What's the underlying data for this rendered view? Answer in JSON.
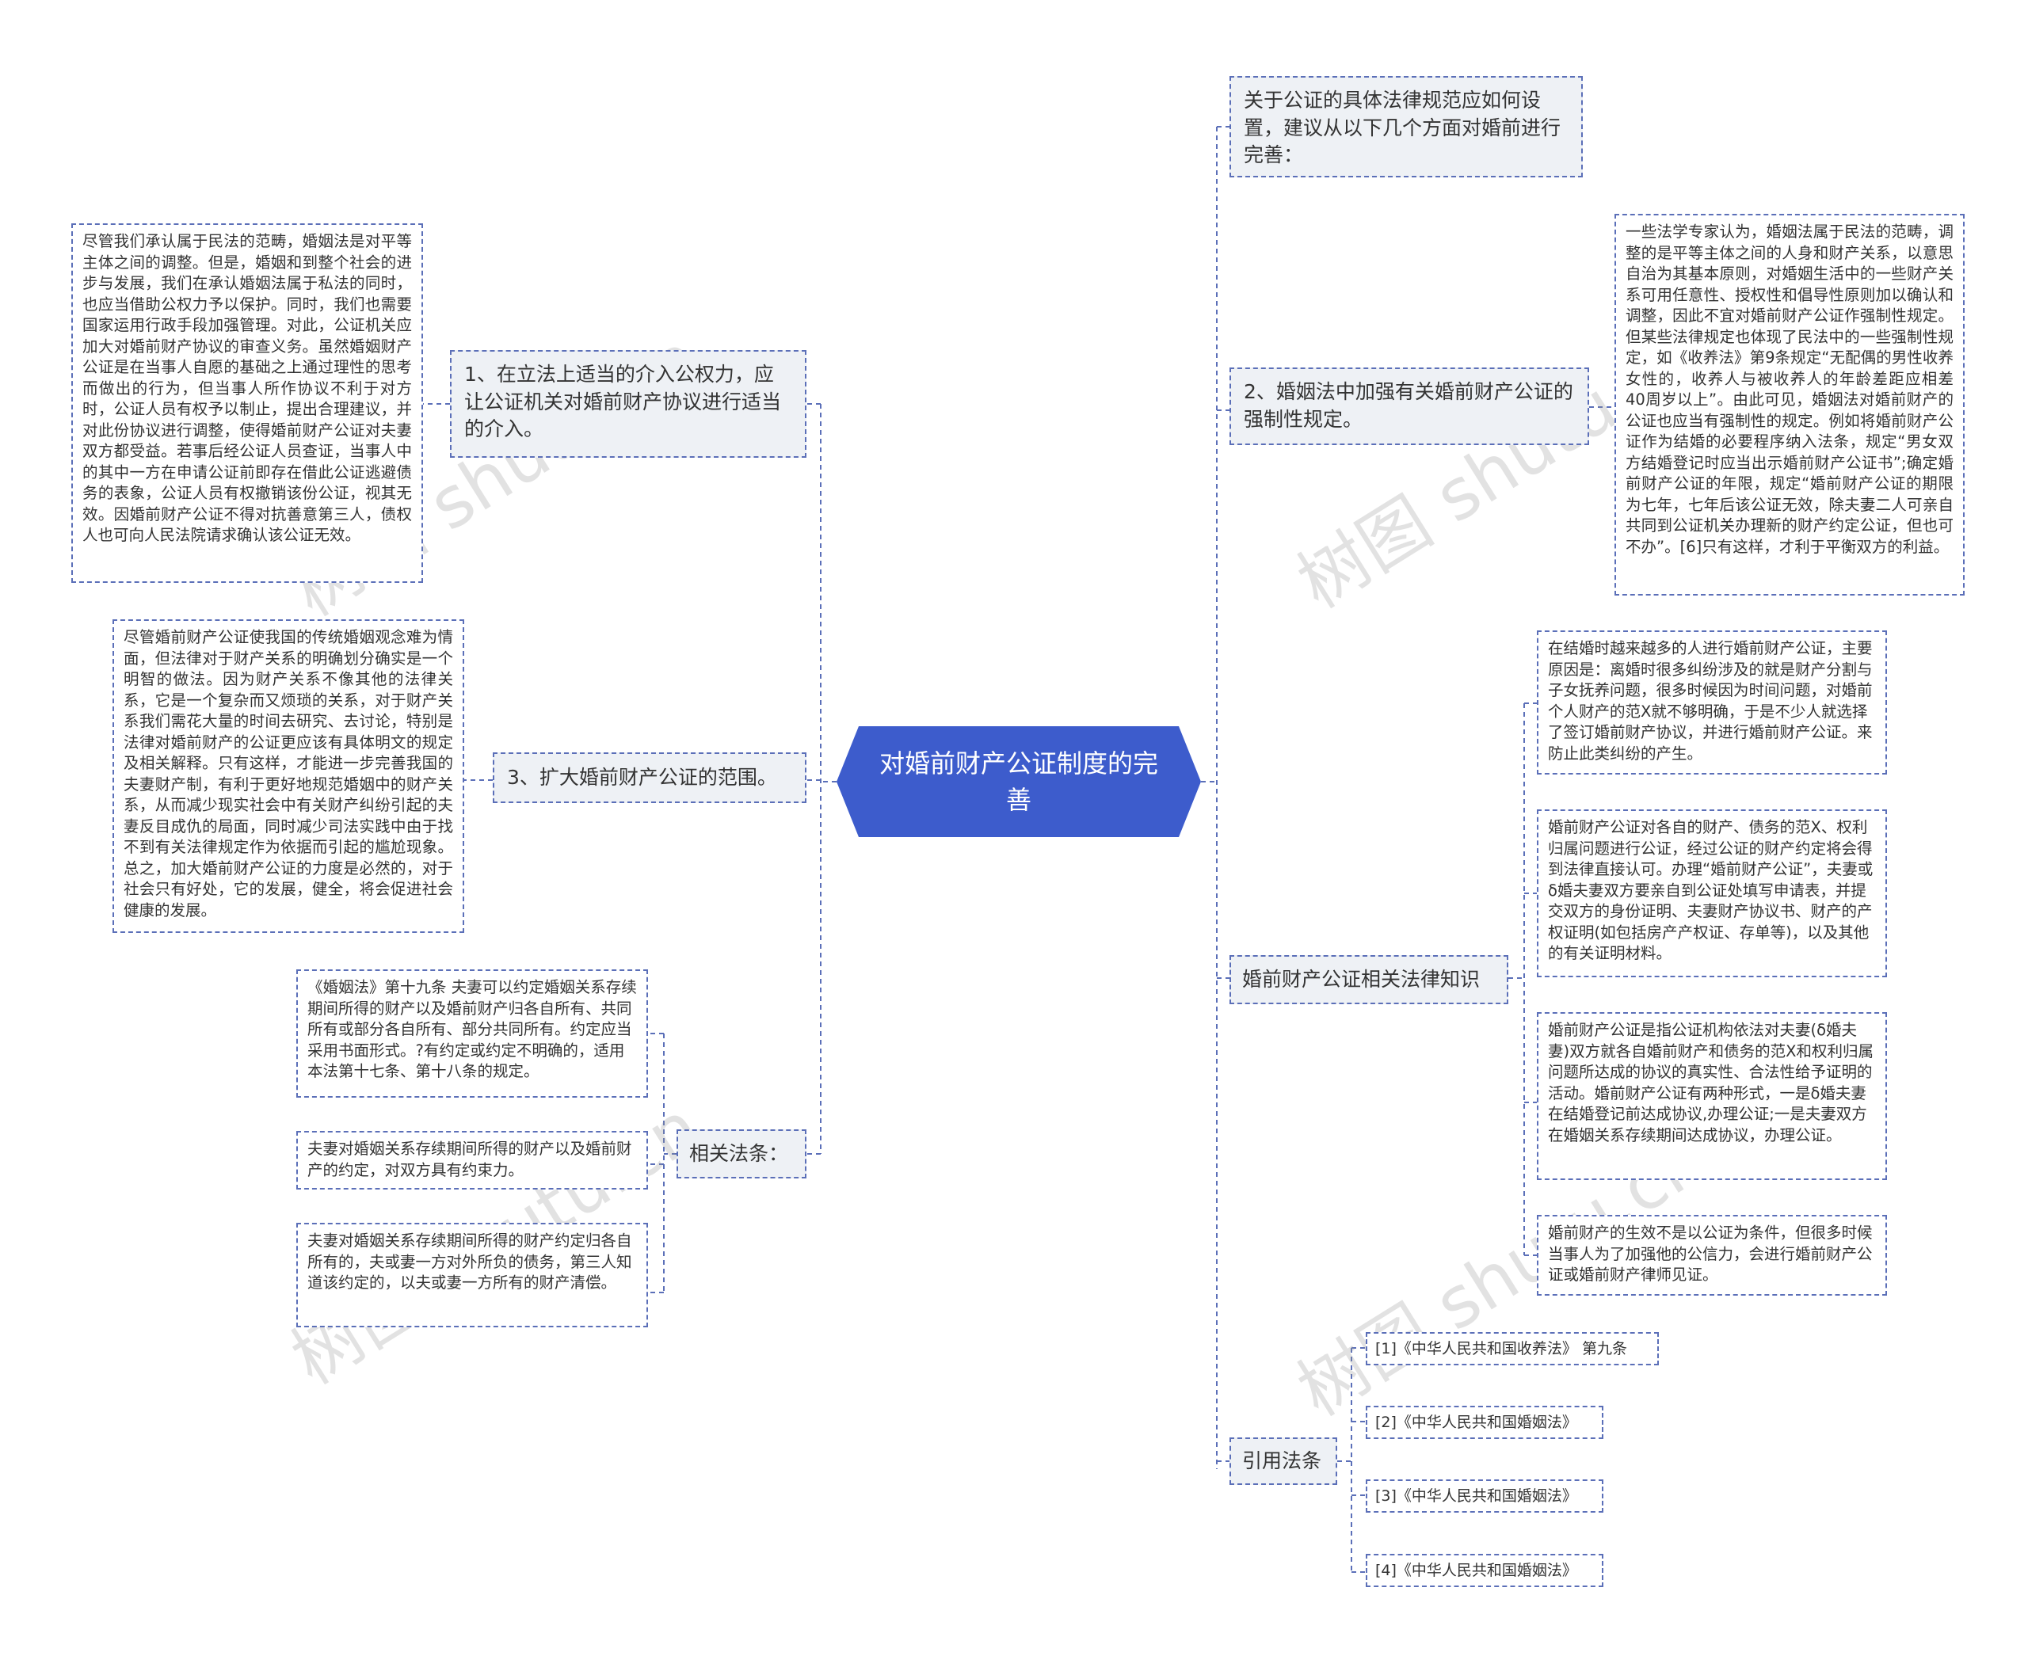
{
  "root": {
    "title": "对婚前财产公证制度的完善"
  },
  "right": {
    "intro": "关于公证的具体法律规范应如何设置，建议从以下几个方面对婚前进行完善：",
    "branch2": {
      "label": "2、婚姻法中加强有关婚前财产公证的强制性规定。",
      "detail": "一些法学专家认为，婚姻法属于民法的范畴，调整的是平等主体之间的人身和财产关系，以意思自治为其基本原则，对婚姻生活中的一些财产关系可用任意性、授权性和倡导性原则加以确认和调整，因此不宜对婚前财产公证作强制性规定。但某些法律规定也体现了民法中的一些强制性规定，如《收养法》第9条规定“无配偶的男性收养女性的，收养人与被收养人的年龄差距应相差40周岁以上”。由此可见，婚姻法对婚前财产的公证也应当有强制性的规定。例如将婚前财产公证作为结婚的必要程序纳入法条，规定“男女双方结婚登记时应当出示婚前财产公证书”;确定婚前财产公证的年限，规定“婚前财产公证的期限为七年，七年后该公证无效，除夫妻二人可亲自共同到公证机关办理新的财产约定公证，但也可不办”。[6]只有这样，才利于平衡双方的利益。"
    },
    "knowledge": {
      "label": "婚前财产公证相关法律知识",
      "items": [
        "在结婚时越来越多的人进行婚前财产公证，主要原因是：离婚时很多纠纷涉及的就是财产分割与子女抚养问题，很多时候因为时间问题，对婚前个人财产的范X就不够明确，于是不少人就选择了签订婚前财产协议，并进行婚前财产公证。来防止此类纠纷的产生。",
        "婚前财产公证对各自的财产、债务的范X、权利归属问题进行公证，经过公证的财产约定将会得到法律直接认可。办理“婚前财产公证”，夫妻或δ婚夫妻双方要亲自到公证处填写申请表，并提交双方的身份证明、夫妻财产协议书、财产的产权证明(如包括房产产权证、存单等)，以及其他的有关证明材料。",
        "婚前财产公证是指公证机构依法对夫妻(δ婚夫妻)双方就各自婚前财产和债务的范X和权利归属问题所达成的协议的真实性、合法性给予证明的活动。婚前财产公证有两种形式，一是δ婚夫妻在结婚登记前达成协议,办理公证;一是夫妻双方在婚姻关系存续期间达成协议，办理公证。",
        "婚前财产的生效不是以公证为条件，但很多时候当事人为了加强他的公信力，会进行婚前财产公证或婚前财产律师见证。"
      ]
    },
    "citations": {
      "label": "引用法条",
      "items": [
        "[1]《中华人民共和国收养法》 第九条",
        "[2]《中华人民共和国婚姻法》",
        "[3]《中华人民共和国婚姻法》",
        "[4]《中华人民共和国婚姻法》"
      ]
    }
  },
  "left": {
    "branch1": {
      "label": "1、在立法上适当的介入公权力，应让公证机关对婚前财产协议进行适当的介入。",
      "detail": "尽管我们承认属于民法的范畴，婚姻法是对平等主体之间的调整。但是，婚姻和到整个社会的进步与发展，我们在承认婚姻法属于私法的同时，也应当借助公权力予以保护。同时，我们也需要国家运用行政手段加强管理。对此，公证机关应加大对婚前财产协议的审查义务。虽然婚姻财产公证是在当事人自愿的基础之上通过理性的思考而做出的行为，但当事人所作协议不利于对方时，公证人员有权予以制止，提出合理建议，并对此份协议进行调整，使得婚前财产公证对夫妻双方都受益。若事后经公证人员查证，当事人中的其中一方在申请公证前即存在借此公证逃避债务的表象，公证人员有权撤销该份公证，视其无效。因婚前财产公证不得对抗善意第三人，债权人也可向人民法院请求确认该公证无效。"
    },
    "branch3": {
      "label": "3、扩大婚前财产公证的范围。",
      "detail": "尽管婚前财产公证使我国的传统婚姻观念难为情面，但法律对于财产关系的明确划分确实是一个明智的做法。因为财产关系不像其他的法律关系，它是一个复杂而又烦琐的关系，对于财产关系我们需花大量的时间去研究、去讨论，特别是法律对婚前财产的公证更应该有具体明文的规定及相关解释。只有这样，才能进一步完善我国的夫妻财产制，有利于更好地规范婚姻中的财产关系，从而减少现实社会中有关财产纠纷引起的夫妻反目成仇的局面，同时减少司法实践中由于找不到有关法律规定作为依据而引起的尴尬现象。总之，加大婚前财产公证的力度是必然的，对于社会只有好处，它的发展，健全，将会促进社会健康的发展。"
    },
    "laws": {
      "label": "相关法条：",
      "items": [
        "《婚姻法》第十九条 夫妻可以约定婚姻关系存续期间所得的财产以及婚前财产归各自所有、共同所有或部分各自所有、部分共同所有。约定应当采用书面形式。?有约定或约定不明确的，适用本法第十七条、第十八条的规定。",
        "夫妻对婚姻关系存续期间所得的财产以及婚前财产的约定，对双方具有约束力。",
        "夫妻对婚姻关系存续期间所得的财产约定归各自所有的，夫或妻一方对外所负的债务，第三人知道该约定的，以夫或妻一方所有的财产清偿。"
      ]
    }
  },
  "watermarks": [
    "树图 shutu.cn",
    "树图 shutu.cn",
    "树图 shutu.cn",
    "树图 shutu.cn"
  ],
  "colors": {
    "root": "#3d5ccc",
    "line": "#5b6fb8",
    "branch_bg": "#eef1f5"
  }
}
